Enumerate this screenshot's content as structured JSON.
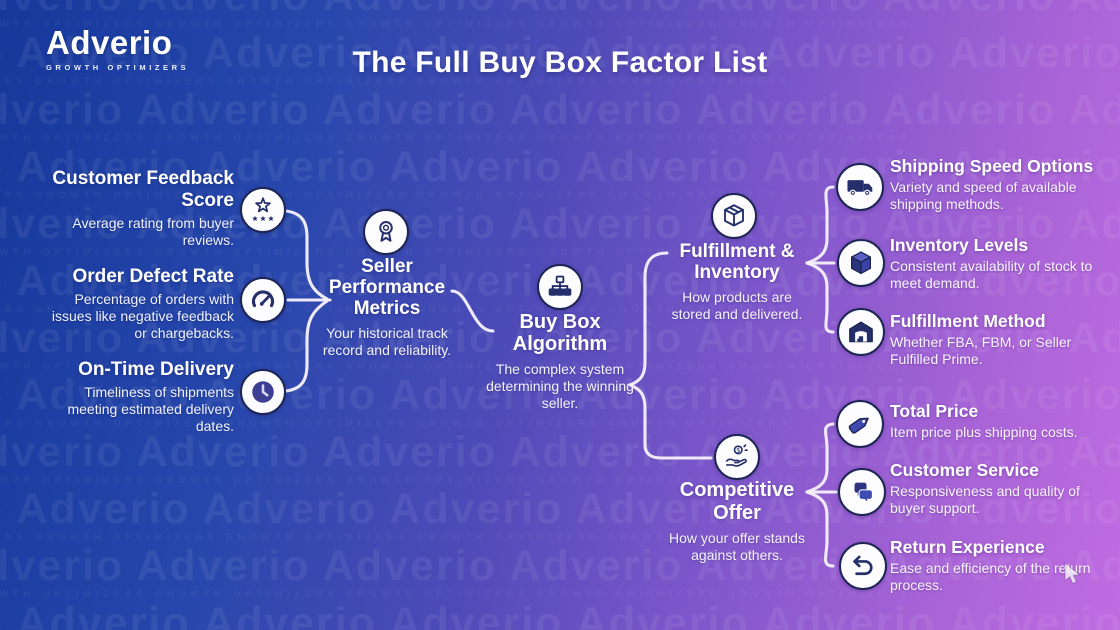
{
  "title": "The Full Buy Box Factor List",
  "logo": {
    "name": "Adverio",
    "tagline": "GROWTH OPTIMIZERS"
  },
  "watermark": {
    "text": "Adverio",
    "tagline": "GROWTH OPTIMIZERS"
  },
  "colors": {
    "background_left": "#16389b",
    "background_right": "#c06ce2",
    "icon_navy": "#252f6b",
    "connector": "#f5effa",
    "circle_fill": "#fdfdff"
  },
  "left_factors": [
    {
      "icon": "rating-stars-icon",
      "title": "Customer Feedback Score",
      "desc": "Average rating from buyer reviews."
    },
    {
      "icon": "gauge-icon",
      "title": "Order Defect Rate",
      "desc": "Percentage of orders with issues like negative feedback or chargebacks."
    },
    {
      "icon": "clock-icon",
      "title": "On-Time Delivery",
      "desc": "Timeliness of shipments meeting estimated delivery dates."
    }
  ],
  "nodes": {
    "seller_performance": {
      "icon": "award-ribbon-icon",
      "title": "Seller Performance Metrics",
      "desc": "Your historical track record and reliability."
    },
    "buy_box": {
      "icon": "hierarchy-icon",
      "title": "Buy Box Algorithm",
      "desc": "The complex system determining the winning seller."
    },
    "fulfillment_inventory": {
      "icon": "package-icon",
      "title": "Fulfillment & Inventory",
      "desc": "How products are stored and delivered."
    },
    "competitive_offer": {
      "icon": "hand-coin-icon",
      "title": "Competitive Offer",
      "desc": "How your offer stands against others."
    }
  },
  "fulfillment_factors": [
    {
      "icon": "truck-icon",
      "title": "Shipping Speed Options",
      "desc": "Variety and speed of available shipping methods."
    },
    {
      "icon": "cube-icon",
      "title": "Inventory Levels",
      "desc": "Consistent availability of stock to meet demand."
    },
    {
      "icon": "warehouse-icon",
      "title": "Fulfillment Method",
      "desc": "Whether FBA, FBM, or Seller Fulfilled Prime."
    }
  ],
  "competitive_factors": [
    {
      "icon": "price-tag-icon",
      "title": "Total Price",
      "desc": "Item price plus shipping costs."
    },
    {
      "icon": "chat-bubbles-icon",
      "title": "Customer Service",
      "desc": "Responsiveness and quality of buyer support."
    },
    {
      "icon": "return-arrow-icon",
      "title": "Return Experience",
      "desc": "Ease and efficiency of the return process."
    }
  ]
}
